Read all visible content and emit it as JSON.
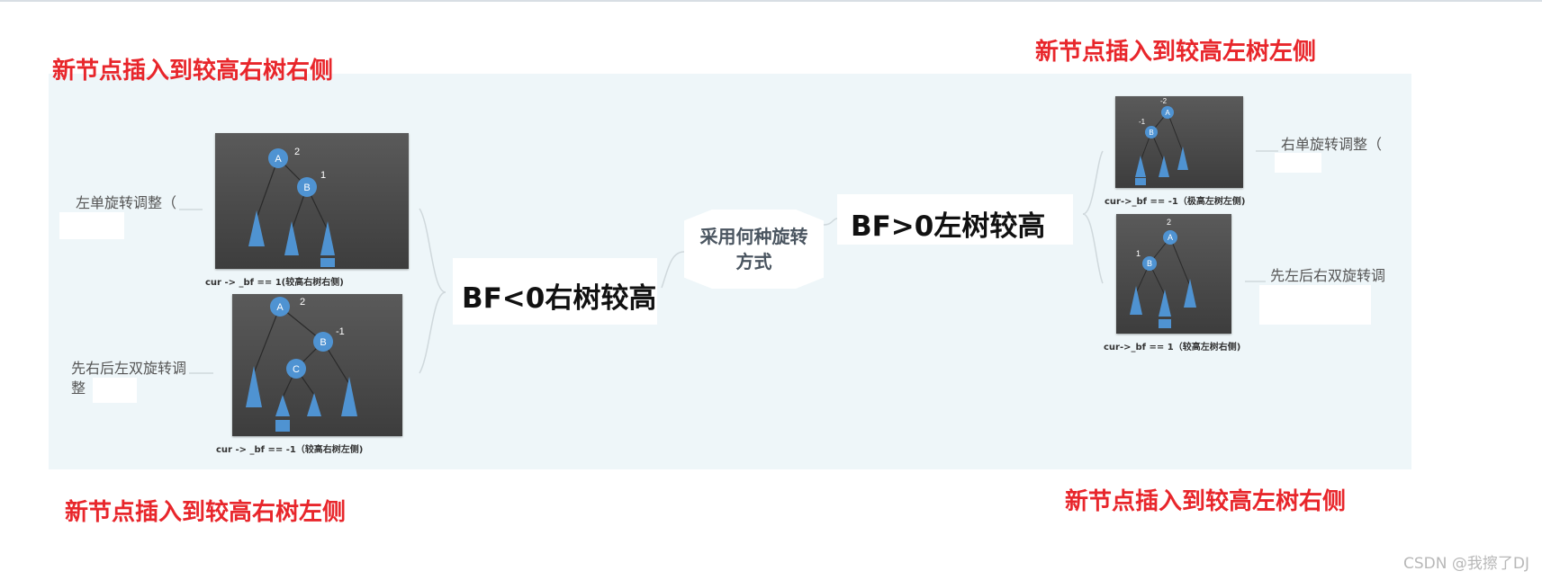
{
  "titles": {
    "right_right": "新节点插入到较高右树右侧",
    "left_left": "新节点插入到较高左树左侧",
    "right_left": "新节点插入到较高右树左侧",
    "left_right": "新节点插入到较高左树右侧"
  },
  "center_node": {
    "line1": "采用何种旋转",
    "line2": "方式"
  },
  "branches": {
    "bf_less": "BF<0右树较高",
    "bf_greater": "BF>0左树较高"
  },
  "leaves": {
    "left_single": "左单旋转调整（",
    "right_left_double_line1": "先右后左双旋转调",
    "right_left_double_line2": "整",
    "right_single": "右单旋转调整（",
    "left_right_double": "先左后右双旋转调"
  },
  "thumbnails": {
    "t1": {
      "caption": "cur -> _bf == 1(较高右树右侧)",
      "nodes": [
        "A",
        "B"
      ],
      "factors": [
        "2",
        "1"
      ]
    },
    "t2": {
      "caption": "cur -> _bf == -1（较高右树左侧)",
      "nodes": [
        "A",
        "B",
        "C"
      ],
      "factors": [
        "2",
        "-1"
      ]
    },
    "t3": {
      "caption": "cur->_bf == -1（极高左树左侧)",
      "nodes": [
        "A",
        "B"
      ],
      "factors": [
        "-2",
        "-1"
      ]
    },
    "t4": {
      "caption": "cur->_bf == 1（较高左树右侧)",
      "nodes": [
        "A",
        "B"
      ],
      "factors": [
        "2",
        "1"
      ]
    }
  },
  "watermark": "CSDN @我擦了DJ",
  "colors": {
    "title_red": "#e8262b",
    "panel": "#eef6f9",
    "node_blue": "#4f93d2"
  }
}
